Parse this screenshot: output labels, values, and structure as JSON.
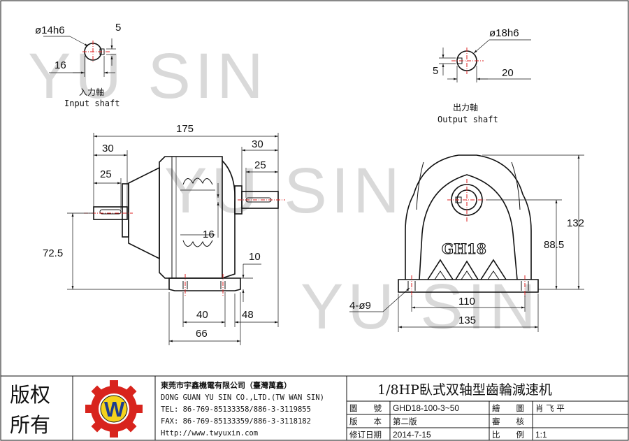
{
  "watermarks": [
    "YU SIN",
    "YU SIN",
    "YU SIN"
  ],
  "input_shaft": {
    "diameter": "ø14h6",
    "key_width": "5",
    "key_height": "16",
    "label_cn": "入力軸",
    "label_en": "Input shaft"
  },
  "output_shaft": {
    "diameter": "ø18h6",
    "key_width": "5",
    "key_height": "20",
    "label_cn": "出力軸",
    "label_en": "Output shaft"
  },
  "side_view": {
    "overall_length": "175",
    "input_len_30": "30",
    "input_len_25": "25",
    "output_len_30": "30",
    "output_len_25": "25",
    "shaft_height": "72.5",
    "keyway": "16",
    "base_thick": "10",
    "hole_span": "40",
    "base_len": "66",
    "end_offset": "48"
  },
  "front_view": {
    "height_total": "132",
    "center_height": "88.5",
    "hole_spacing": "110",
    "base_width": "135",
    "holes": "4-ø9",
    "casting_mark": "GH18"
  },
  "title_block": {
    "rights_line1": "版权",
    "rights_line2": "所有",
    "logo_letter": "W",
    "company_cn": "東莞市宇鑫機電有限公司（臺灣萬鑫）",
    "company_en": "DONG GUAN YU SIN CO.,LTD.(TW WAN SIN)",
    "tel": "TEL: 86-769-85133358/886-3-3119855",
    "fax": "FAX: 86-769-85133359/886-3-3118182",
    "web": "Http://www.twyuxin.com",
    "title": "1/8HP臥式双轴型齒輪減速机",
    "rows": [
      {
        "k1": "圖　　號",
        "v1": "GHD18-100-3~50",
        "k2": "繪　　圖",
        "v2": "肖 飞 平"
      },
      {
        "k1": "版　　本",
        "v1": "第二版",
        "k2": "審　　核",
        "v2": ""
      },
      {
        "k1": "修订日期",
        "v1": "2014-7-15",
        "k2": "比　　例",
        "v2": "1:1"
      }
    ]
  }
}
